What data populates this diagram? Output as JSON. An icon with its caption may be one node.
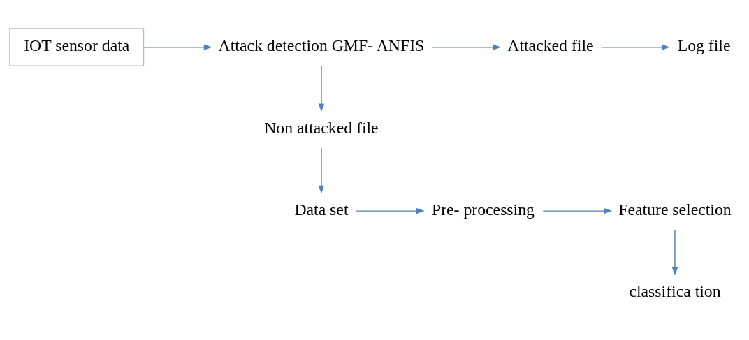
{
  "diagram": {
    "nodes": [
      {
        "text": [
          "IOT sensor data"
        ]
      },
      {
        "text": [
          "Attack detection GMF- ANFIS"
        ]
      },
      {
        "text": [
          "Attacked file"
        ]
      },
      {
        "text": [
          "Log file"
        ]
      },
      {
        "text": [
          "Non attacked file"
        ]
      },
      {
        "text": [
          "Data set"
        ]
      },
      {
        "text": [
          "Pre- processing"
        ]
      },
      {
        "text": [
          "Feature selection"
        ]
      },
      {
        "text": [
          "classifica tion"
        ]
      }
    ],
    "edges": [
      {
        "from": 0,
        "to": 1,
        "arrow": "to"
      },
      {
        "from": 1,
        "to": 2,
        "arrow": "to"
      },
      {
        "from": 2,
        "to": 3,
        "arrow": "to"
      },
      {
        "from": 1,
        "to": 4,
        "arrow": "to"
      },
      {
        "from": 4,
        "to": 5,
        "arrow": "to"
      },
      {
        "from": 5,
        "to": 6,
        "arrow": "to"
      },
      {
        "from": 6,
        "to": 7,
        "arrow": "to"
      },
      {
        "from": 7,
        "to": 8,
        "arrow": "to"
      }
    ]
  }
}
